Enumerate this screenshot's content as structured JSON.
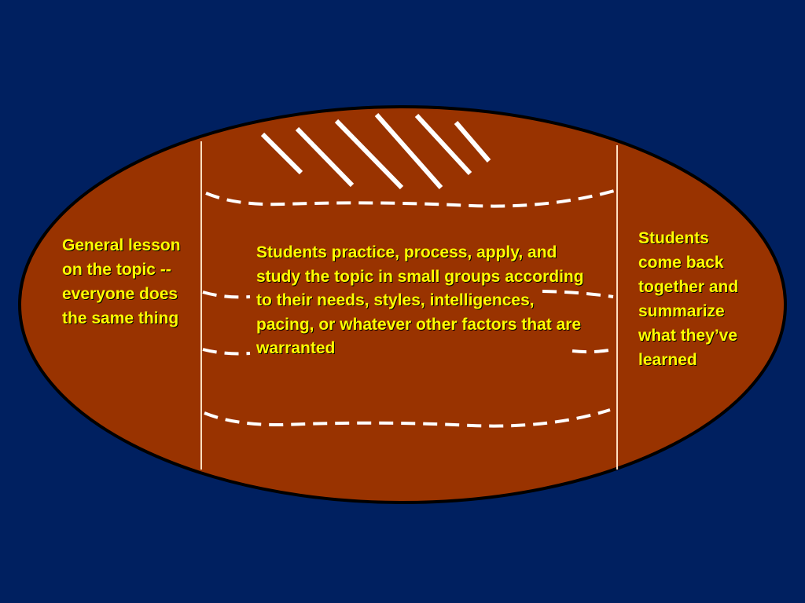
{
  "colors": {
    "background": "#002060",
    "oval_fill": "#993300",
    "oval_stroke": "#000000",
    "lines": "#ffffff",
    "text": "#ffff00"
  },
  "diagram": {
    "left_text": "General lesson on the topic -- everyone does the same thing",
    "center_text": "Students practice, process, apply, and study the topic in small groups according to their needs, styles, intelligences, pacing, or whatever other factors that are warranted",
    "right_text": "Students come back together and summarize what they’ve learned"
  }
}
